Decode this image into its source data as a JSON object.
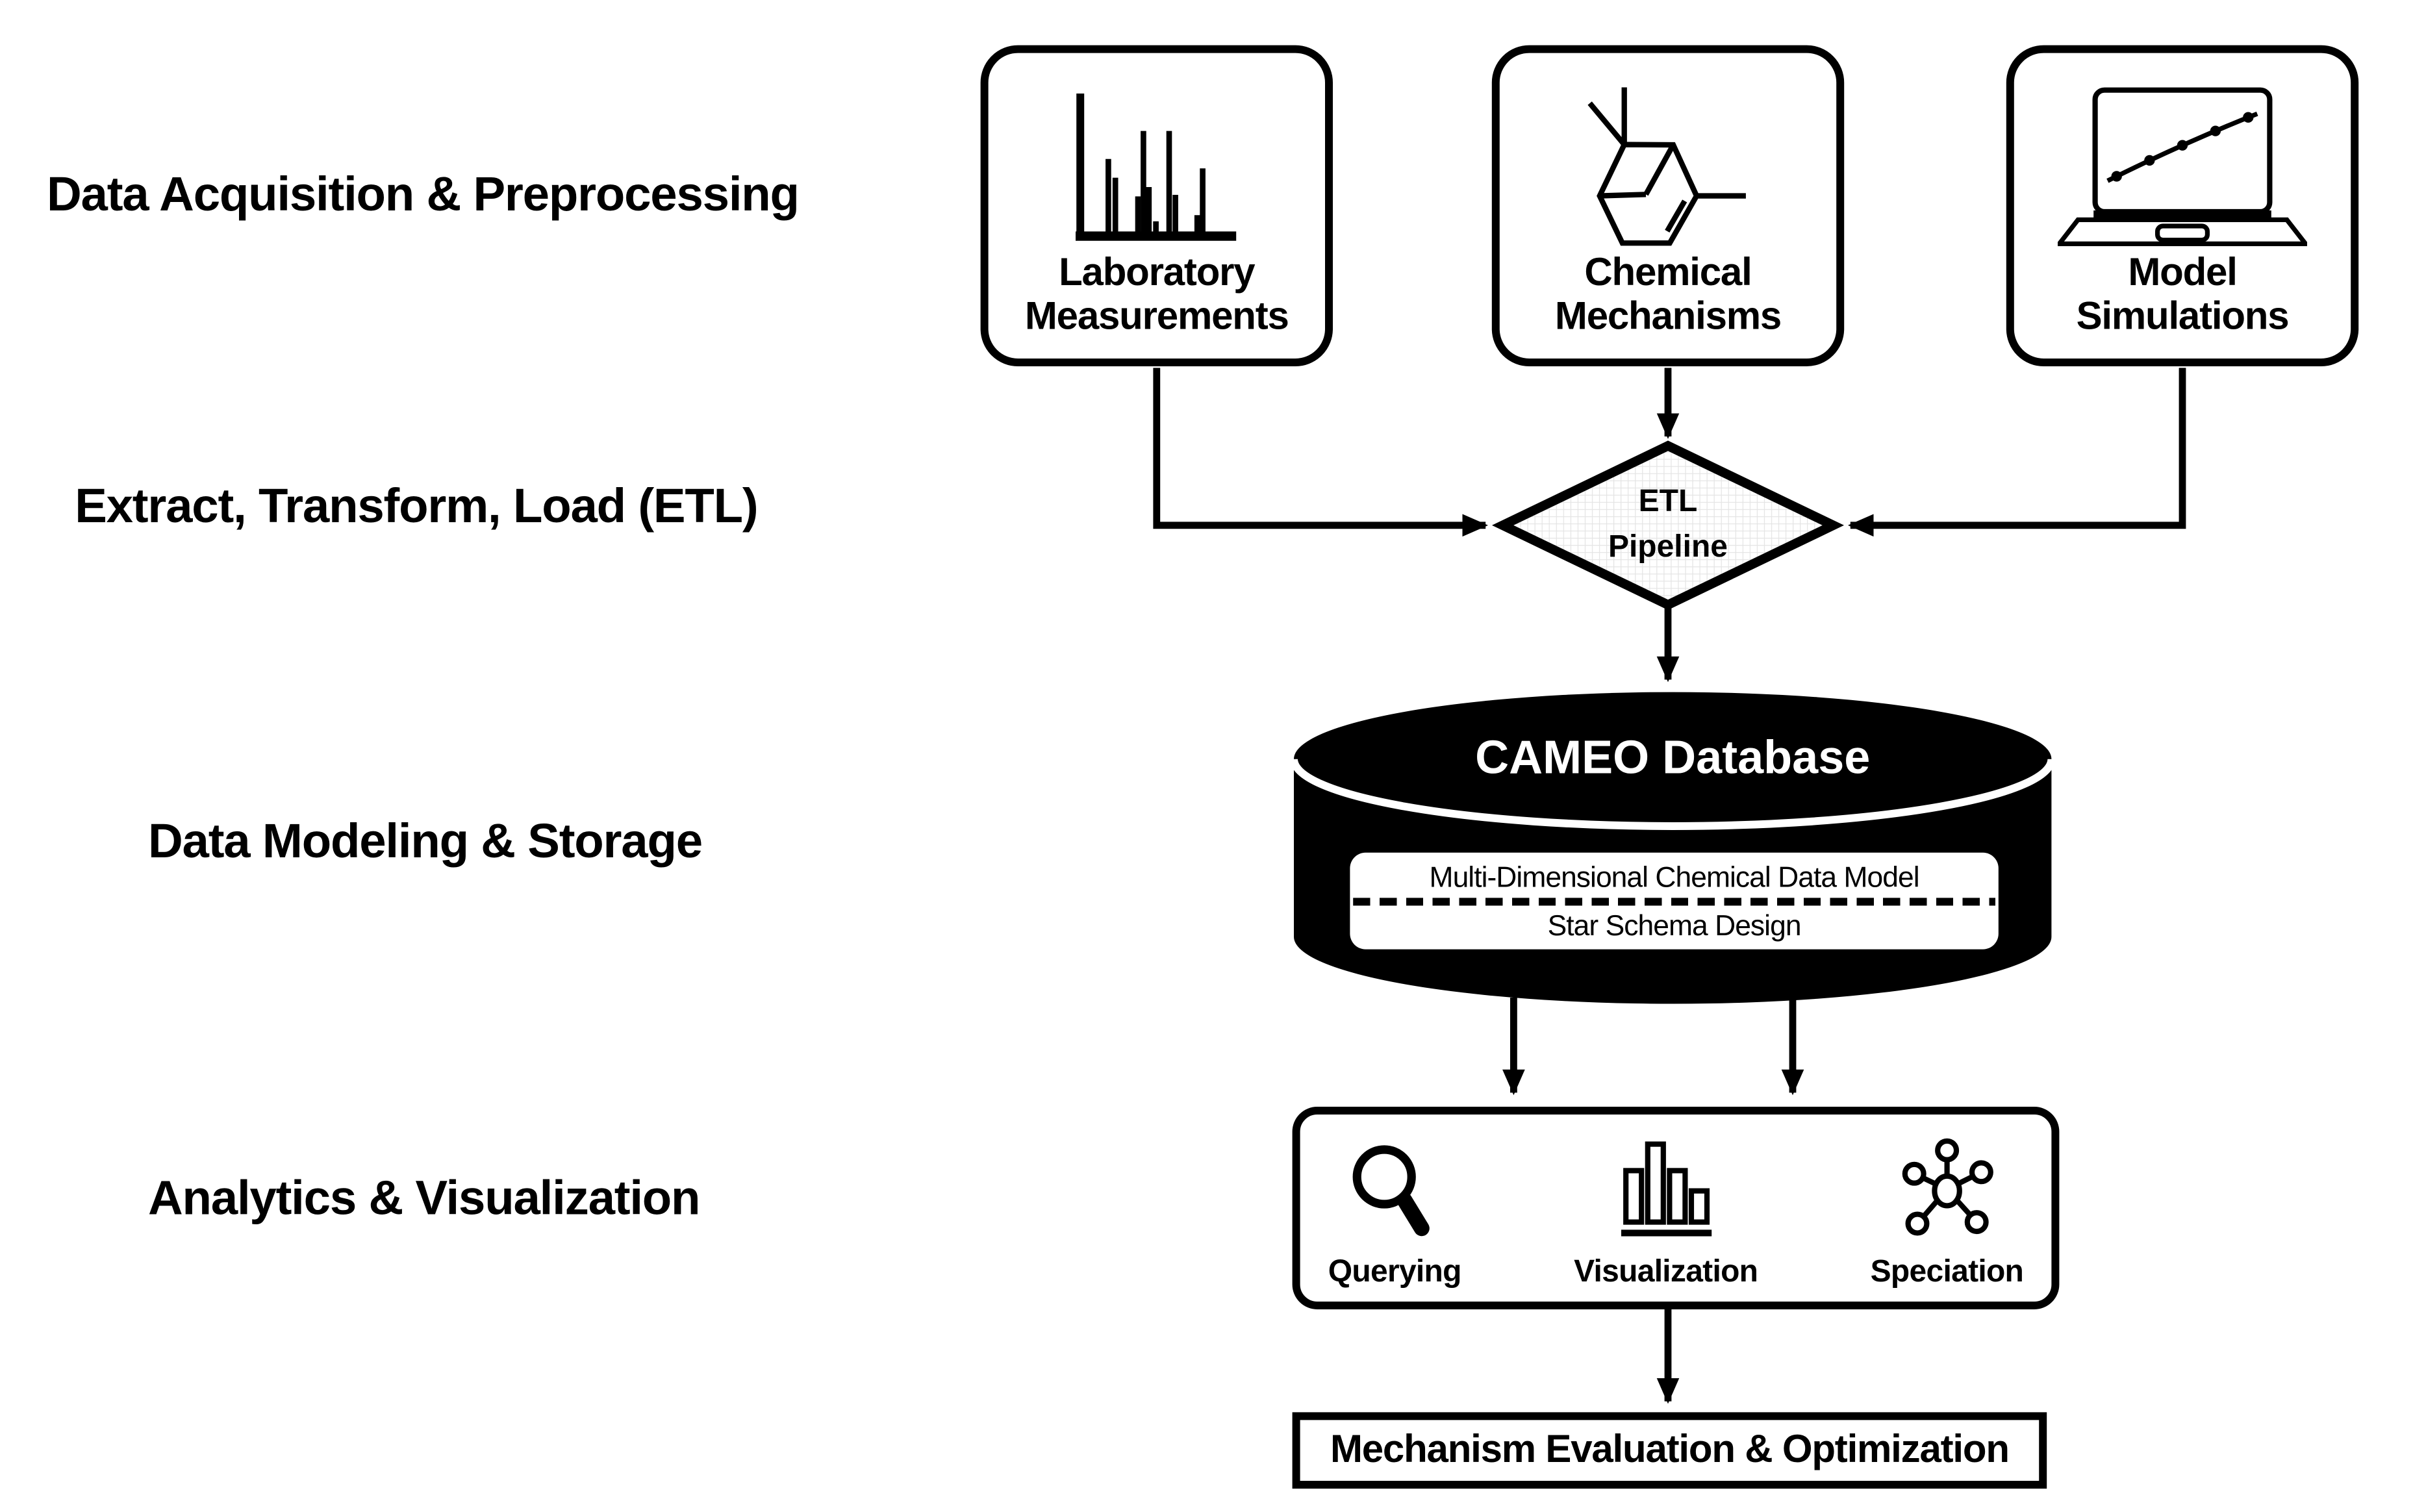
{
  "stages": {
    "acquisition": "Data Acquisition & Preprocessing",
    "etl": "Extract, Transform, Load (ETL)",
    "modeling": "Data Modeling & Storage",
    "analytics": "Analytics & Visualization"
  },
  "sources": [
    {
      "line1": "Laboratory",
      "line2": "Measurements",
      "icon": "spectrum-icon"
    },
    {
      "line1": "Chemical",
      "line2": "Mechanisms",
      "icon": "molecule-structure-icon"
    },
    {
      "line1": "Model",
      "line2": "Simulations",
      "icon": "laptop-chart-icon"
    }
  ],
  "etl_node": {
    "line1": "ETL",
    "line2": "Pipeline"
  },
  "database": {
    "title": "CAMEO Database",
    "data_model": "Multi-Dimensional Chemical Data Model",
    "schema": "Star Schema Design"
  },
  "analytics_node": {
    "items": [
      {
        "label": "Querying",
        "icon": "magnifier-icon"
      },
      {
        "label": "Visualization",
        "icon": "bar-chart-icon"
      },
      {
        "label": "Speciation",
        "icon": "network-icon"
      }
    ]
  },
  "output_node": {
    "label": "Mechanism Evaluation & Optimization"
  },
  "colors": {
    "ink": "#000000",
    "background": "#ffffff",
    "db_fill": "#000000",
    "db_text": "#ffffff",
    "diamond_grid": "#e4e4e4"
  }
}
